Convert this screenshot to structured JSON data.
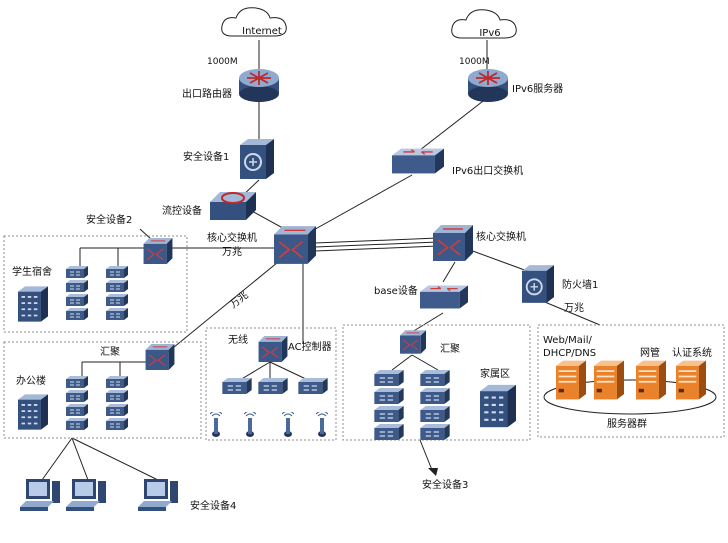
{
  "labels": {
    "internet": "Internet",
    "ipv6_cloud": "IPv6",
    "internet_bw": "1000M",
    "ipv6_bw": "1000M",
    "exit_router": "出口路由器",
    "ipv6_server": "IPv6服务器",
    "security1": "安全设备1",
    "ipv6_exit_switch": "IPv6出口交换机",
    "flow_control": "流控设备",
    "security2": "安全设备2",
    "core_left": "核心交换机",
    "core_right": "核心交换机",
    "wanzhao_1": "万兆",
    "wanzhao_2": "万兆",
    "wanzhao_3": "万兆",
    "dorm": "学生宿舍",
    "base_device": "base设备",
    "firewall": "防火墙1",
    "aggregation_office": "汇聚",
    "office": "办公楼",
    "wireless": "无线",
    "ac_controller": "AC控制器",
    "aggregation_right": "汇聚",
    "family_area": "家属区",
    "web_mail": "Web/Mail/",
    "dhcp_dns": "DHCP/DNS",
    "network_mgmt": "网管",
    "auth_system": "认证系统",
    "server_group": "服务器群",
    "security3": "安全设备3",
    "security4": "安全设备4"
  },
  "colors": {
    "device_dark": "#2b3f61",
    "device_mid": "#4a6a9c",
    "device_light": "#8fa9cf",
    "server_orange": "#e9822b",
    "router_red": "#c0282a",
    "zone_border": "#8c8c8c"
  }
}
